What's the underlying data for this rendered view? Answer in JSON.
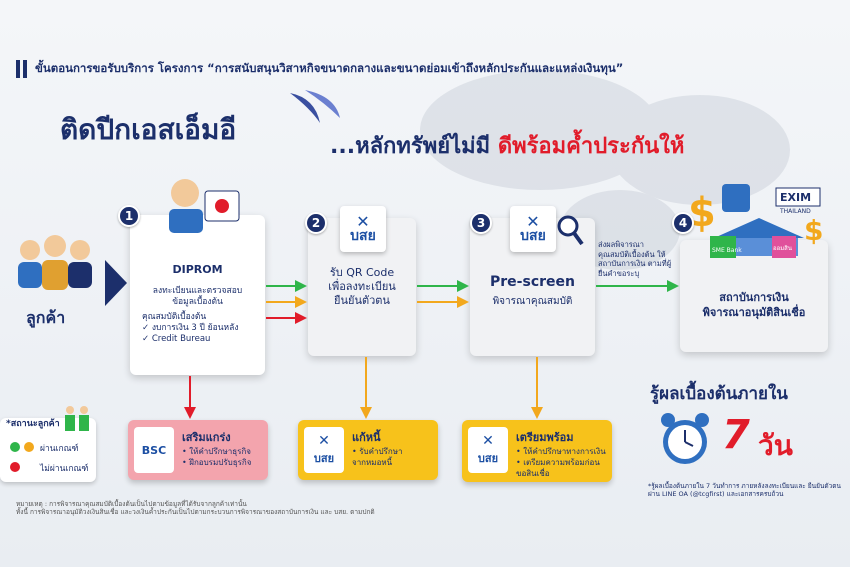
{
  "header": {
    "title": "ขั้นตอนการขอรับบริการ โครงการ “การสนับสนุนวิสาหกิจขนาดกลางและขนาดย่อมเข้าถึงหลักประกันและแหล่งเงินทุน”"
  },
  "headline": {
    "main": "ติดปีกเอสเอ็มอี",
    "sub_prefix": "...หลักทรัพย์ไม่มี",
    "sub_highlight": "ดีพร้อมค้ำประกันให้"
  },
  "customer": {
    "label": "ลูกค้า"
  },
  "steps": [
    {
      "number": "1",
      "title": "DIPROM",
      "lines": [
        "ลงทะเบียนและตรวจสอบ",
        "ข้อมูลเบื้องต้น"
      ],
      "criteria_title": "คุณสมบัติเบื้องต้น",
      "criteria": [
        "✓ งบการเงิน 3 ปี ย้อนหลัง",
        "✓ Credit Bureau"
      ]
    },
    {
      "number": "2",
      "logo_text": "บสย",
      "lines": [
        "รับ QR Code",
        "เพื่อลงทะเบียน",
        "ยืนยันตัวตน"
      ]
    },
    {
      "number": "3",
      "logo_text": "บสย",
      "title": "Pre-screen",
      "subtitle": "พิจารณาคุณสมบัติ"
    },
    {
      "number": "4",
      "lines": [
        "สถาบันการเงิน",
        "พิจารณาอนุมัติสินเชื่อ"
      ],
      "logos": [
        "EXIM",
        "THAILAND",
        "SME Bank",
        "ออมสิน"
      ]
    }
  ],
  "side_note": "ส่งผลพิจารณา คุณสมบัติเบื้องต้น ให้สถาบันการเงิน ตามที่ผู้ยื่นคำขอระบุ",
  "outcomes": [
    {
      "logo_text": "BSC",
      "title": "เสริมแกร่ง",
      "items": [
        "• ให้คำปรึกษาธุรกิจ",
        "• ฝึกอบรมปรับธุรกิจ"
      ]
    },
    {
      "logo_text": "บสย",
      "title": "แก้หนี้",
      "items": [
        "• รับคำปรึกษา",
        "จากหมอหนี้"
      ]
    },
    {
      "logo_text": "บสย",
      "title": "เตรียมพร้อม",
      "items": [
        "• ให้คำปรึกษาทางการเงิน",
        "• เตรียมความพร้อมก่อน",
        "ขอสินเชื่อ"
      ]
    }
  ],
  "status": {
    "title": "*สถานะลูกค้า",
    "pass": "ผ่านเกณฑ์",
    "fail": "ไม่ผ่านเกณฑ์"
  },
  "result": {
    "title": "รู้ผลเบื้องต้นภายใน",
    "number": "7",
    "unit": "วัน",
    "footnote": "*รู้ผลเบื้องต้นภายใน 7 วันทำการ ภายหลังลงทะเบียนและ ยืนยันตัวตนผ่าน LINE OA (@tcgfirst) และเอกสารครบถ้วน"
  },
  "footer": {
    "note_1": "หมายเหตุ : การพิจารณาคุณสมบัติเบื้องต้นเป็นไปตามข้อมูลที่ได้รับจากลูกค้าเท่านั้น",
    "note_2": "ทั้งนี้ การพิจารณาอนุมัติวงเงินสินเชื่อ และวงเงินค้ำประกันเป็นไปตามกระบวนการพิจารณาของสถาบันการเงิน และ บสย. ตามปกติ"
  },
  "colors": {
    "navy": "#1c2f6b",
    "red": "#e11c2a",
    "yellow": "#f7c21b",
    "pink": "#f3a4ad",
    "green": "#2fb54a",
    "orange": "#f2a81d"
  }
}
